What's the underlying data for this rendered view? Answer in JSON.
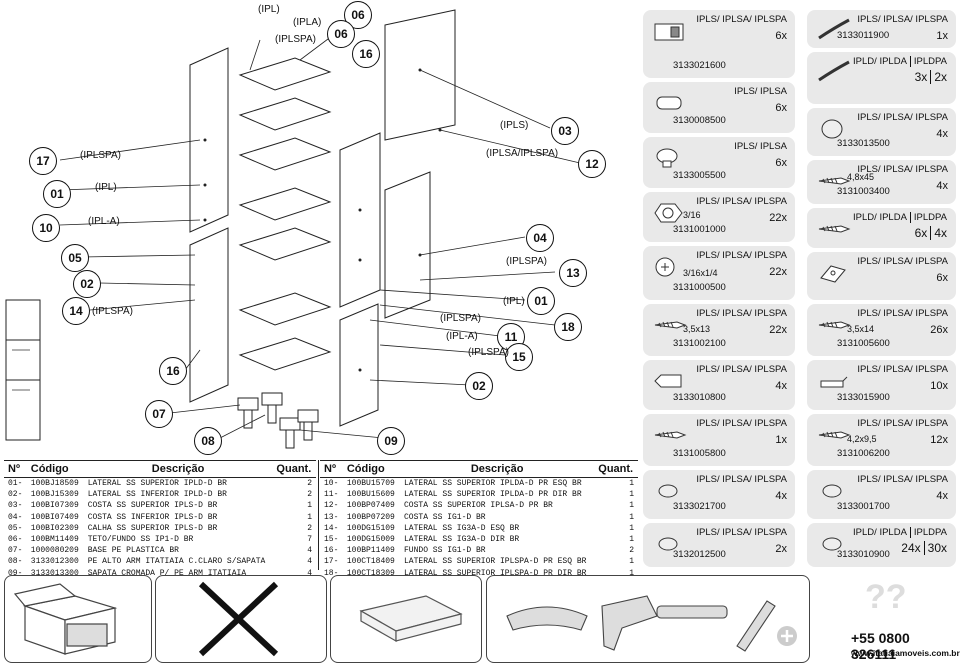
{
  "diagram": {
    "circles": {
      "c06a": "06",
      "c06b": "06",
      "c16a": "16",
      "c03": "03",
      "c12": "12",
      "c17": "17",
      "c01a": "01",
      "c10": "10",
      "c04": "04",
      "c05": "05",
      "c13": "13",
      "c02a": "02",
      "c01b": "01",
      "c14": "14",
      "c18": "18",
      "c11": "11",
      "c15": "15",
      "c16b": "16",
      "c02b": "02",
      "c07": "07",
      "c08": "08",
      "c09": "09"
    },
    "labels": {
      "ipl_top": "(IPL)",
      "ipla_top": "(IPLA)",
      "iplspa_top": "(IPLSPA)",
      "ipls_03": "(IPLS)",
      "iplsa_12": "(IPLSA/IPLSPA)",
      "iplspa_17": "(IPLSPA)",
      "ipl_01": "(IPL)",
      "ipla_10": "(IPL-A)",
      "iplspa_13": "(IPLSPA)",
      "ipl_01b": "(IPL)",
      "iplspa_18": "(IPLSPA)",
      "ipla_11": "(IPL-A)",
      "iplspa_15": "(IPLSPA)",
      "iplspa_14": "(IPLSPA)"
    }
  },
  "table_left": {
    "headers": {
      "num": "Nº",
      "code": "Código",
      "desc": "Descrição",
      "qty": "Quant."
    },
    "rows": [
      {
        "num": "01-",
        "code": "100BJ18509",
        "desc": "LATERAL SS SUPERIOR IPLD-D BR",
        "qty": "2"
      },
      {
        "num": "02-",
        "code": "100BJ15309",
        "desc": "LATERAL SS INFERIOR IPLD-D BR",
        "qty": "2"
      },
      {
        "num": "03-",
        "code": "100BI07309",
        "desc": "COSTA SS SUPERIOR IPLS-D BR",
        "qty": "1"
      },
      {
        "num": "04-",
        "code": "100BI07409",
        "desc": "COSTA SS INFERIOR IPLS-D BR",
        "qty": "1"
      },
      {
        "num": "05-",
        "code": "100BI02309",
        "desc": "CALHA SS SUPERIOR IPLS-D BR",
        "qty": "2"
      },
      {
        "num": "06-",
        "code": "100BM11409",
        "desc": "TETO/FUNDO SS IP1-D BR",
        "qty": "7"
      },
      {
        "num": "07-",
        "code": "1000080209",
        "desc": "BASE PE PLASTICA BR",
        "qty": "4"
      },
      {
        "num": "08-",
        "code": "3133012300",
        "desc": "PE ALTO ARM ITATIAIA C.CLARO S/SAPATA",
        "qty": "4"
      },
      {
        "num": "09-",
        "code": "3133013300",
        "desc": "SAPATA CROMADA P/ PE ARM ITATIAIA",
        "qty": "4"
      }
    ]
  },
  "table_right": {
    "headers": {
      "num": "Nº",
      "code": "Código",
      "desc": "Descrição",
      "qty": "Quant."
    },
    "rows": [
      {
        "num": "10-",
        "code": "100BU15709",
        "desc": "LATERAL SS SUPERIOR IPLDA-D PR ESQ BR",
        "qty": "1"
      },
      {
        "num": "11-",
        "code": "100BU15609",
        "desc": "LATERAL SS SUPERIOR IPLDA-D PR DIR BR",
        "qty": "1"
      },
      {
        "num": "12-",
        "code": "100BP07409",
        "desc": "COSTA SS SUPERIOR IPLSA-D PR BR",
        "qty": "1"
      },
      {
        "num": "13-",
        "code": "100BP07209",
        "desc": "COSTA SS IG1-D BR",
        "qty": "1"
      },
      {
        "num": "14-",
        "code": "100DG15109",
        "desc": "LATERAL SS IG3A-D ESQ BR",
        "qty": "1"
      },
      {
        "num": "15-",
        "code": "100DG15009",
        "desc": "LATERAL SS IG3A-D DIR BR",
        "qty": "1"
      },
      {
        "num": "16-",
        "code": "100BP11409",
        "desc": "FUNDO SS IG1-D BR",
        "qty": "2"
      },
      {
        "num": "17-",
        "code": "100CT18409",
        "desc": "LATERAL SS SUPERIOR IPLSPA-D PR ESQ BR",
        "qty": "1"
      },
      {
        "num": "18-",
        "code": "100CT18309",
        "desc": "LATERAL SS SUPERIOR IPLSPA-D PR DIR BR",
        "qty": "1"
      }
    ]
  },
  "hardware_left": [
    {
      "title": "IPLS/ IPLSA/ IPLSPA",
      "qty": "6x",
      "code": "3133021600",
      "icon": "hinge-icon"
    },
    {
      "title": "IPLS/ IPLSA",
      "qty": "6x",
      "code": "3130008500",
      "icon": "dowel-icon"
    },
    {
      "title": "IPLS/ IPLSA",
      "qty": "6x",
      "code": "3133005500",
      "icon": "knob-icon"
    },
    {
      "title": "IPLS/ IPLSA/ IPLSPA",
      "qty": "22x",
      "code": "3131001000",
      "extra": "3/16",
      "icon": "nut-icon"
    },
    {
      "title": "IPLS/ IPLSA/ IPLSPA",
      "qty": "22x",
      "code": "3131000500",
      "extra": "3/16x1/4",
      "icon": "bolt-icon"
    },
    {
      "title": "IPLS/ IPLSA/ IPLSPA",
      "qty": "22x",
      "code": "3131002100",
      "extra": "3,5x13",
      "icon": "screw-icon"
    },
    {
      "title": "IPLS/ IPLSA/ IPLSPA",
      "qty": "4x",
      "code": "3133010800",
      "icon": "wall-plug-icon"
    },
    {
      "title": "IPLS/ IPLSA/ IPLSPA",
      "qty": "1x",
      "code": "3131005800",
      "icon": "short-screw-icon"
    },
    {
      "title": "IPLS/ IPLSA/ IPLSPA",
      "qty": "4x",
      "code": "3133021700",
      "icon": "cap-icon"
    },
    {
      "title": "IPLS/ IPLSA/ IPLSPA",
      "qty": "2x",
      "code": "3132012500",
      "icon": "cap-icon"
    }
  ],
  "hardware_right": [
    {
      "title": "IPLS/ IPLSA/ IPLSPA",
      "qty": "1x",
      "code": "3133011900",
      "icon": "strip-icon"
    },
    {
      "split": [
        "IPLD/ IPLDA",
        "IPLDPA"
      ],
      "split_qty": [
        "3x",
        "2x"
      ],
      "icon": "strip-icon"
    },
    {
      "title": "IPLS/ IPLSA/ IPLSPA",
      "qty": "4x",
      "code": "3133013500",
      "icon": "disc-icon"
    },
    {
      "title": "IPLS/ IPLSA/ IPLSPA",
      "qty": "4x",
      "code": "3131003400",
      "extra": "4,8x45",
      "icon": "long-screw-icon"
    },
    {
      "split": [
        "IPLD/ IPLDA",
        "IPLDPA"
      ],
      "split_qty": [
        "6x",
        "4x"
      ],
      "icon": "long-screw-icon"
    },
    {
      "title": "IPLS/ IPLSA/ IPLSPA",
      "qty": "6x",
      "icon": "bracket-icon"
    },
    {
      "title": "IPLS/ IPLSA/ IPLSPA",
      "qty": "26x",
      "code": "3131005600",
      "extra": "3,5x14",
      "icon": "screw-icon"
    },
    {
      "title": "IPLS/ IPLSA/ IPLSPA",
      "qty": "10x",
      "code": "3133015900",
      "icon": "clip-icon"
    },
    {
      "title": "IPLS/ IPLSA/ IPLSPA",
      "qty": "12x",
      "code": "3131006200",
      "extra": "4,2x9,5",
      "icon": "screw-icon"
    },
    {
      "title": "IPLS/ IPLSA/ IPLSPA",
      "qty": "4x",
      "code": "3133001700",
      "icon": "cap-icon"
    },
    {
      "split": [
        "IPLD/ IPLDA",
        "IPLDPA"
      ],
      "split_qty": [
        "24x",
        "30x"
      ],
      "code": "3133010900",
      "icon": "cap-icon"
    }
  ],
  "footer": {
    "phone": "+55 0800 326111",
    "site": "www.itatiaiamoveis.com.br",
    "question_marks": "??"
  }
}
